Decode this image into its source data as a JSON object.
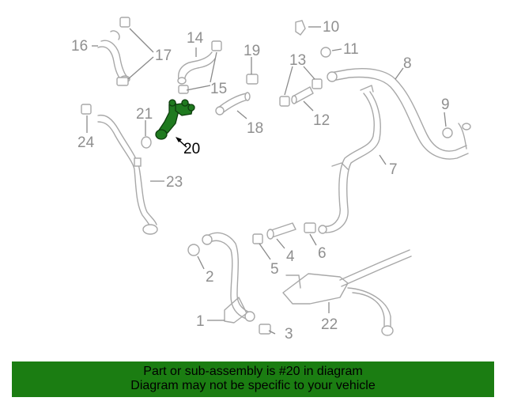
{
  "diagram": {
    "highlighted_part": "20",
    "callouts": [
      "1",
      "2",
      "3",
      "4",
      "5",
      "6",
      "7",
      "8",
      "9",
      "10",
      "11",
      "12",
      "13",
      "14",
      "15",
      "16",
      "17",
      "18",
      "19",
      "20",
      "21",
      "22",
      "23",
      "24"
    ]
  },
  "banner": {
    "line1": "Part or sub-assembly is #20 in diagram",
    "line2": "Diagram may not be specific to your vehicle",
    "background": "#1b7d12"
  },
  "colors": {
    "part_line": "#a8a8a8",
    "highlight": "#1f7a1f"
  }
}
